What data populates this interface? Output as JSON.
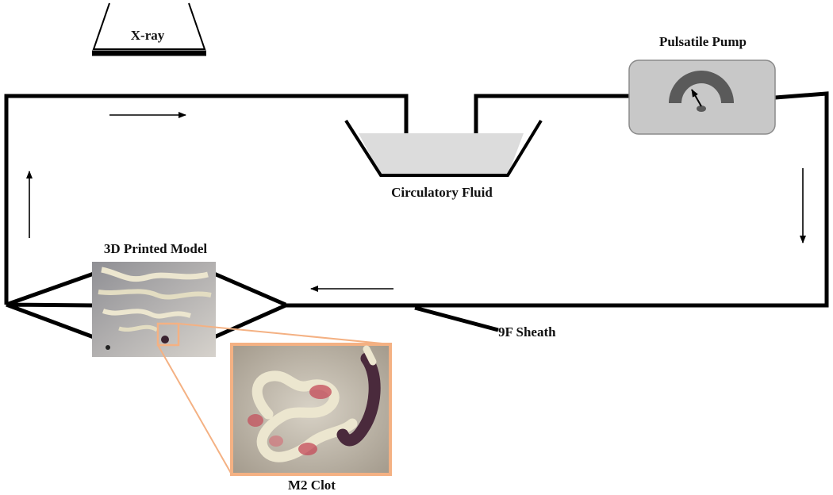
{
  "labels": {
    "xray": "X-ray",
    "pump": "Pulsatile Pump",
    "fluid": "Circulatory Fluid",
    "model": "3D Printed Model",
    "sheath": "9F Sheath",
    "clot": "M2 Clot"
  },
  "colors": {
    "line": "#000000",
    "pump_body": "#c8c8c8",
    "gauge": "#5a5a5a",
    "fluid": "#dcdcdc",
    "zoom_frame": "#f4b183",
    "photo_bg": "#c9c1b3",
    "vessel": "#ece6cf",
    "blood": "#c44a58",
    "clot": "#4a2a3c"
  },
  "icons": {
    "flow_arrows": "arrow-icon",
    "gauge": "gauge-icon"
  }
}
